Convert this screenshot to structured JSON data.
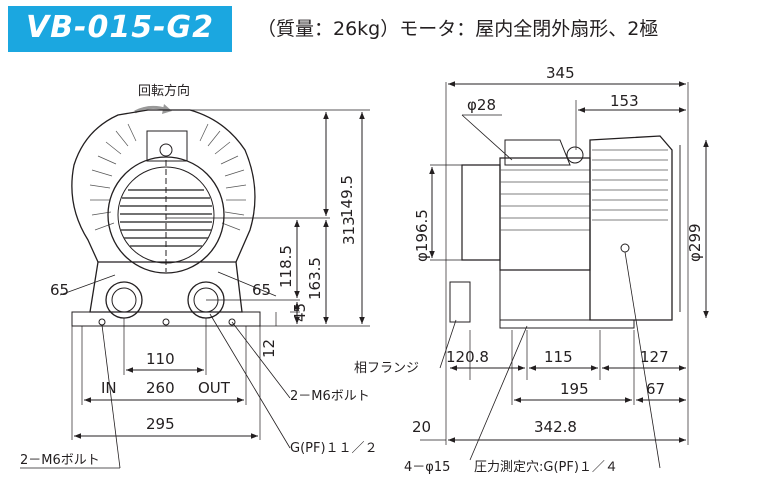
{
  "header": {
    "model": "VB-015-G2",
    "spec": "（質量：26kg）モータ：屋内全閉外扇形、2極"
  },
  "front_view": {
    "rotation_label": "回転方向",
    "dims": {
      "d1495": "149.5",
      "d313": "313",
      "d1185": "118.5",
      "d1635": "163.5",
      "d45": "45",
      "d12": "12",
      "d110": "110",
      "d260": "260",
      "d295": "295",
      "d65_left": "65",
      "d65_right": "65"
    },
    "port_in": "IN",
    "port_out": "OUT",
    "callouts": {
      "bolt_bottom": "2－M6ボルト",
      "bolt_right": "2－M6ボルト",
      "pipe_thread": "G(PF)１１／２"
    }
  },
  "side_view": {
    "dims": {
      "d345": "345",
      "d153": "153",
      "phi28": "φ28",
      "phi1965": "φ196.5",
      "phi299": "φ299",
      "d1208": "120.8",
      "d115": "115",
      "d127": "127",
      "d195": "195",
      "d67": "67",
      "d20": "20",
      "d3428": "342.8"
    },
    "callouts": {
      "flange": "相フランジ",
      "holes": "4－φ15",
      "pressure_port": "圧力測定穴:G(PF)１／４"
    }
  }
}
